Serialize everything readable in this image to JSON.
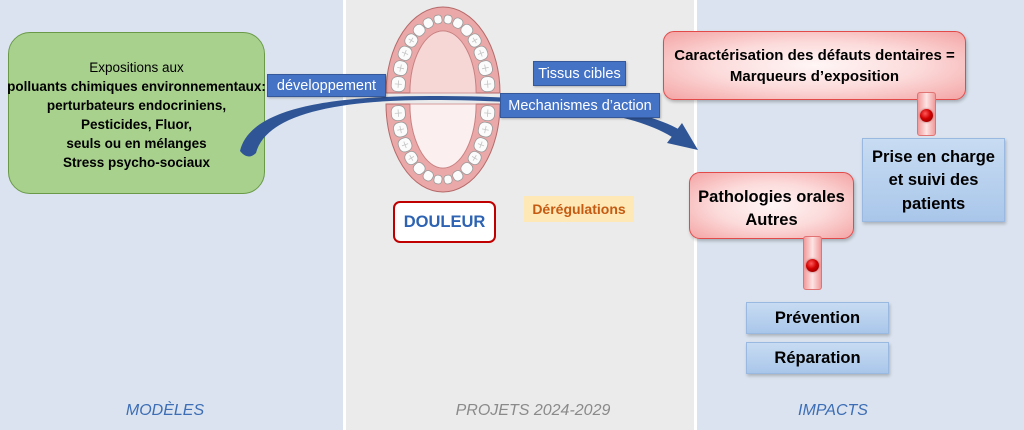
{
  "sections": {
    "models_label": "MODÈLES",
    "projects_label": "PROJETS 2024-2029",
    "impacts_label": "IMPACTS"
  },
  "exposures": {
    "intro": "Expositions aux",
    "items": [
      "polluants chimiques environnementaux:",
      "perturbateurs endocriniens,",
      "Pesticides, Fluor,",
      "seuls ou en mélanges",
      "Stress psycho-sociaux"
    ]
  },
  "tags": {
    "development": "développement",
    "target_tissues": "Tissus cibles",
    "mechanisms": "Mechanismes d’action"
  },
  "center": {
    "pain": "DOULEUR",
    "dysregulations": "Dérégulations",
    "illustration_icon": "dental-arches-icon"
  },
  "impacts": {
    "characterization": [
      "Caractérisation des défauts dentaires =",
      "Marqueurs d’exposition"
    ],
    "patient_care": [
      "Prise en charge",
      "et suivi des",
      "patients"
    ],
    "pathologies": [
      "Pathologies orales",
      "Autres"
    ],
    "prevention": "Prévention",
    "repair": "Réparation"
  },
  "colors": {
    "column_blue": "#dae3ef",
    "column_gray": "#ebebeb",
    "exposure_green": "#a9d18e",
    "tag_blue": "#4472c4",
    "arrow_navy": "#2f5597",
    "alert_red": "#c00000",
    "deregulation_orange": "#c55a11"
  }
}
